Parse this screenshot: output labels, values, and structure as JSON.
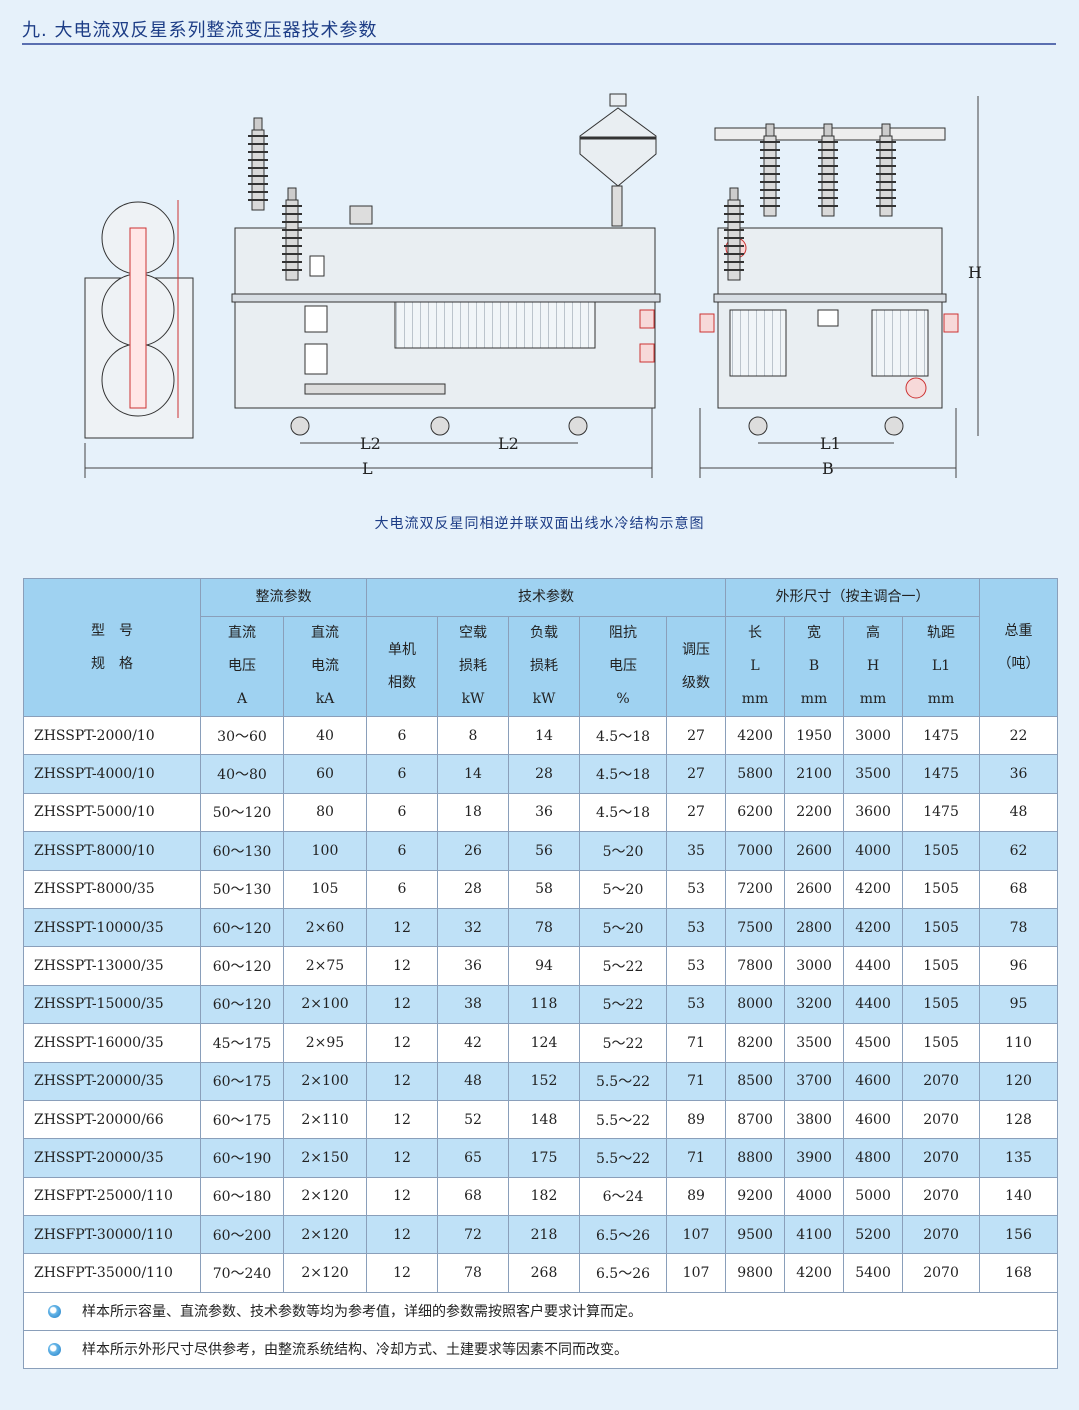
{
  "title": "九. 大电流双反星系列整流变压器技术参数",
  "drawing": {
    "caption": "大电流双反星同相逆并联双面出线水冷结构示意图",
    "dims": {
      "l2a": "L2",
      "l2b": "L2",
      "l": "L",
      "l1": "L1",
      "b": "B",
      "h": "H"
    }
  },
  "table": {
    "group_headers": {
      "rect": "整流参数",
      "tech": "技术参数",
      "dims": "外形尺寸（按主调合一）"
    },
    "headers": {
      "model": [
        "型　号",
        "规　格"
      ],
      "dc_voltage": [
        "直流",
        "电压",
        "A"
      ],
      "dc_current": [
        "直流",
        "电流",
        "kA"
      ],
      "phases": [
        "单机",
        "相数"
      ],
      "noload_loss": [
        "空载",
        "损耗",
        "kW"
      ],
      "load_loss": [
        "负载",
        "损耗",
        "kW"
      ],
      "impedance": [
        "阻抗",
        "电压",
        "%"
      ],
      "tap_steps": [
        "调压",
        "级数"
      ],
      "length": [
        "长",
        "L",
        "mm"
      ],
      "width": [
        "宽",
        "B",
        "mm"
      ],
      "height": [
        "高",
        "H",
        "mm"
      ],
      "gauge": [
        "轨距",
        "L1",
        "mm"
      ],
      "weight": [
        "总重",
        "（吨）"
      ]
    },
    "rows": [
      [
        "ZHSSPT-2000/10",
        "30～60",
        "40",
        "6",
        "8",
        "14",
        "4.5～18",
        "27",
        "4200",
        "1950",
        "3000",
        "1475",
        "22"
      ],
      [
        "ZHSSPT-4000/10",
        "40～80",
        "60",
        "6",
        "14",
        "28",
        "4.5～18",
        "27",
        "5800",
        "2100",
        "3500",
        "1475",
        "36"
      ],
      [
        "ZHSSPT-5000/10",
        "50～120",
        "80",
        "6",
        "18",
        "36",
        "4.5～18",
        "27",
        "6200",
        "2200",
        "3600",
        "1475",
        "48"
      ],
      [
        "ZHSSPT-8000/10",
        "60～130",
        "100",
        "6",
        "26",
        "56",
        "5～20",
        "35",
        "7000",
        "2600",
        "4000",
        "1505",
        "62"
      ],
      [
        "ZHSSPT-8000/35",
        "50～130",
        "105",
        "6",
        "28",
        "58",
        "5～20",
        "53",
        "7200",
        "2600",
        "4200",
        "1505",
        "68"
      ],
      [
        "ZHSSPT-10000/35",
        "60～120",
        "2×60",
        "12",
        "32",
        "78",
        "5～20",
        "53",
        "7500",
        "2800",
        "4200",
        "1505",
        "78"
      ],
      [
        "ZHSSPT-13000/35",
        "60～120",
        "2×75",
        "12",
        "36",
        "94",
        "5～22",
        "53",
        "7800",
        "3000",
        "4400",
        "1505",
        "96"
      ],
      [
        "ZHSSPT-15000/35",
        "60～120",
        "2×100",
        "12",
        "38",
        "118",
        "5～22",
        "53",
        "8000",
        "3200",
        "4400",
        "1505",
        "95"
      ],
      [
        "ZHSSPT-16000/35",
        "45～175",
        "2×95",
        "12",
        "42",
        "124",
        "5～22",
        "71",
        "8200",
        "3500",
        "4500",
        "1505",
        "110"
      ],
      [
        "ZHSSPT-20000/35",
        "60～175",
        "2×100",
        "12",
        "48",
        "152",
        "5.5～22",
        "71",
        "8500",
        "3700",
        "4600",
        "2070",
        "120"
      ],
      [
        "ZHSSPT-20000/66",
        "60～175",
        "2×110",
        "12",
        "52",
        "148",
        "5.5～22",
        "89",
        "8700",
        "3800",
        "4600",
        "2070",
        "128"
      ],
      [
        "ZHSSPT-20000/35",
        "60～190",
        "2×150",
        "12",
        "65",
        "175",
        "5.5～22",
        "71",
        "8800",
        "3900",
        "4800",
        "2070",
        "135"
      ],
      [
        "ZHSFPT-25000/110",
        "60～180",
        "2×120",
        "12",
        "68",
        "182",
        "6～24",
        "89",
        "9200",
        "4000",
        "5000",
        "2070",
        "140"
      ],
      [
        "ZHSFPT-30000/110",
        "60～200",
        "2×120",
        "12",
        "72",
        "218",
        "6.5～26",
        "107",
        "9500",
        "4100",
        "5200",
        "2070",
        "156"
      ],
      [
        "ZHSFPT-35000/110",
        "70～240",
        "2×120",
        "12",
        "78",
        "268",
        "6.5～26",
        "107",
        "9800",
        "4200",
        "5400",
        "2070",
        "168"
      ]
    ],
    "notes": [
      "样本所示容量、直流参数、技术参数等均为参考值，详细的参数需按照客户要求计算而定。",
      "样本所示外形尺寸尽供参考，由整流系统结构、冷却方式、土建要求等因素不同而改变。"
    ]
  }
}
